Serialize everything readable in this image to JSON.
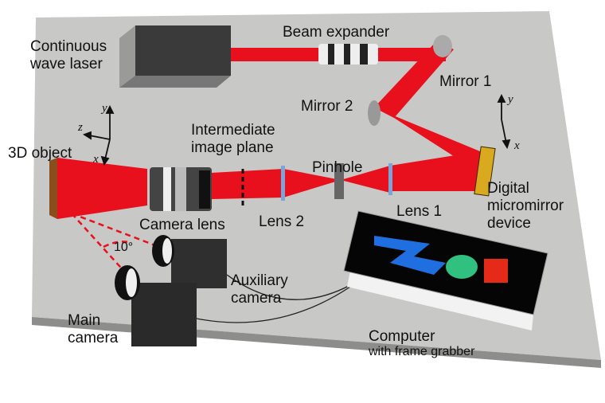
{
  "labels": {
    "laser": [
      "Continuous",
      "wave laser"
    ],
    "beam_expander": "Beam expander",
    "mirror1": "Mirror 1",
    "mirror2": "Mirror 2",
    "intermediate": [
      "Intermediate",
      "image plane"
    ],
    "pinhole": "Pinhole",
    "object": "3D object",
    "camera_lens": "Camera lens",
    "lens2": "Lens 2",
    "lens1": "Lens 1",
    "dmd": [
      "Digital",
      "micromirror",
      "device"
    ],
    "angle": "10°",
    "aux_camera": [
      "Auxiliary",
      "camera"
    ],
    "main_camera": [
      "Main",
      "camera"
    ],
    "computer": "Computer",
    "computer_sub": "with frame grabber"
  },
  "axes_left": {
    "x": "x",
    "y": "y",
    "z": "z"
  },
  "axes_right": {
    "x": "x",
    "y": "y"
  },
  "colors": {
    "beam": "#e8101c",
    "table": "#c9c9c7",
    "box": "#3a3a3a",
    "dmd": "#d9a920"
  }
}
